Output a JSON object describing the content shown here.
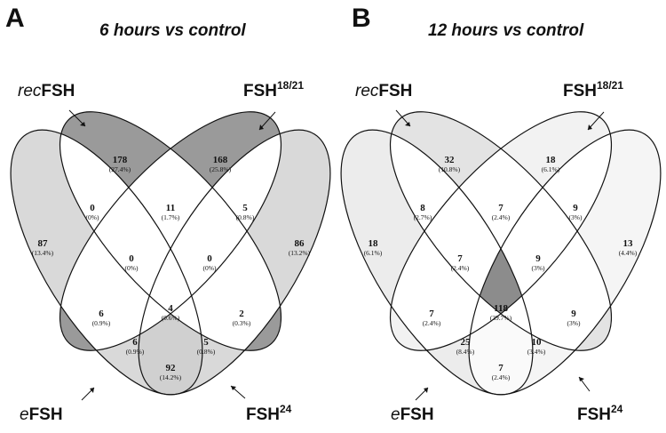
{
  "panels": [
    {
      "letter": "A",
      "title": "6 hours vs control",
      "sets": {
        "rec": {
          "prefix": "rec",
          "name": "FSH"
        },
        "fsh1821": {
          "name": "FSH",
          "sup": "18/21"
        },
        "efsh": {
          "prefix": "e",
          "name": "FSH"
        },
        "fsh24": {
          "name": "FSH",
          "sup": "24"
        }
      },
      "regions": {
        "rec_only": {
          "count": "178",
          "pct": "(27.4%)"
        },
        "f1821_only": {
          "count": "168",
          "pct": "(25.8%)"
        },
        "e_only": {
          "count": "87",
          "pct": "(13.4%)"
        },
        "f24_only": {
          "count": "86",
          "pct": "(13.2%)"
        },
        "rec_e": {
          "count": "0",
          "pct": "(0%)"
        },
        "rec_f1821": {
          "count": "11",
          "pct": "(1.7%)"
        },
        "f1821_f24": {
          "count": "5",
          "pct": "(0.8%)"
        },
        "rec_e_f1821": {
          "count": "0",
          "pct": "(0%)"
        },
        "rec_f1821_f24": {
          "count": "0",
          "pct": "(0%)"
        },
        "e_f1821": {
          "count": "6",
          "pct": "(0.9%)"
        },
        "all4": {
          "count": "4",
          "pct": "(0.6%)"
        },
        "rec_f24": {
          "count": "2",
          "pct": "(0.3%)"
        },
        "e_f1821_f24": {
          "count": "6",
          "pct": "(0.9%)"
        },
        "rec_e_f24": {
          "count": "5",
          "pct": "(0.8%)"
        },
        "e_f24": {
          "count": "92",
          "pct": "(14.2%)"
        }
      },
      "fills": {
        "rec_only": "#9a9a9a",
        "f1821_only": "#9a9a9a",
        "e_only": "#d9d9d9",
        "f24_only": "#d9d9d9",
        "e_f24": "#d0d0d0",
        "all4": "#ffffff"
      }
    },
    {
      "letter": "B",
      "title": "12 hours vs control",
      "sets": {
        "rec": {
          "prefix": "rec",
          "name": "FSH"
        },
        "fsh1821": {
          "name": "FSH",
          "sup": "18/21"
        },
        "efsh": {
          "prefix": "e",
          "name": "FSH"
        },
        "fsh24": {
          "name": "FSH",
          "sup": "24"
        }
      },
      "regions": {
        "rec_only": {
          "count": "32",
          "pct": "(10.8%)"
        },
        "f1821_only": {
          "count": "18",
          "pct": "(6.1%)"
        },
        "e_only": {
          "count": "18",
          "pct": "(6.1%)"
        },
        "f24_only": {
          "count": "13",
          "pct": "(4.4%)"
        },
        "rec_e": {
          "count": "8",
          "pct": "(2.7%)"
        },
        "rec_f1821": {
          "count": "7",
          "pct": "(2.4%)"
        },
        "f1821_f24": {
          "count": "9",
          "pct": "(3%)"
        },
        "rec_e_f1821": {
          "count": "7",
          "pct": "(2.4%)"
        },
        "rec_f1821_f24": {
          "count": "9",
          "pct": "(3%)"
        },
        "e_f1821": {
          "count": "7",
          "pct": "(2.4%)"
        },
        "all4": {
          "count": "118",
          "pct": "(39.7%)"
        },
        "rec_f24": {
          "count": "9",
          "pct": "(3%)"
        },
        "e_f1821_f24": {
          "count": "25",
          "pct": "(8.4%)"
        },
        "rec_e_f24": {
          "count": "10",
          "pct": "(3.4%)"
        },
        "e_f24": {
          "count": "7",
          "pct": "(2.4%)"
        }
      },
      "fills": {
        "rec_only": "#e3e3e3",
        "f1821_only": "#f2f2f2",
        "e_only": "#ececec",
        "f24_only": "#f5f5f5",
        "e_f24": "#fafafa",
        "all4": "#8c8c8c"
      }
    }
  ]
}
